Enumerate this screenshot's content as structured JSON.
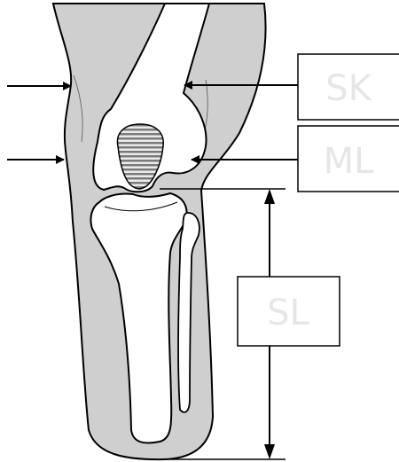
{
  "labels": {
    "sk": "SK",
    "ml": "ML",
    "sl": "SL"
  },
  "colors": {
    "soft_tissue": "#cfcfcf",
    "bone": "#ffffff",
    "outline": "#000000",
    "label_text": "#e6e6e6",
    "patella_light": "#f2f2f2",
    "patella_dark": "#6e6e6e"
  }
}
